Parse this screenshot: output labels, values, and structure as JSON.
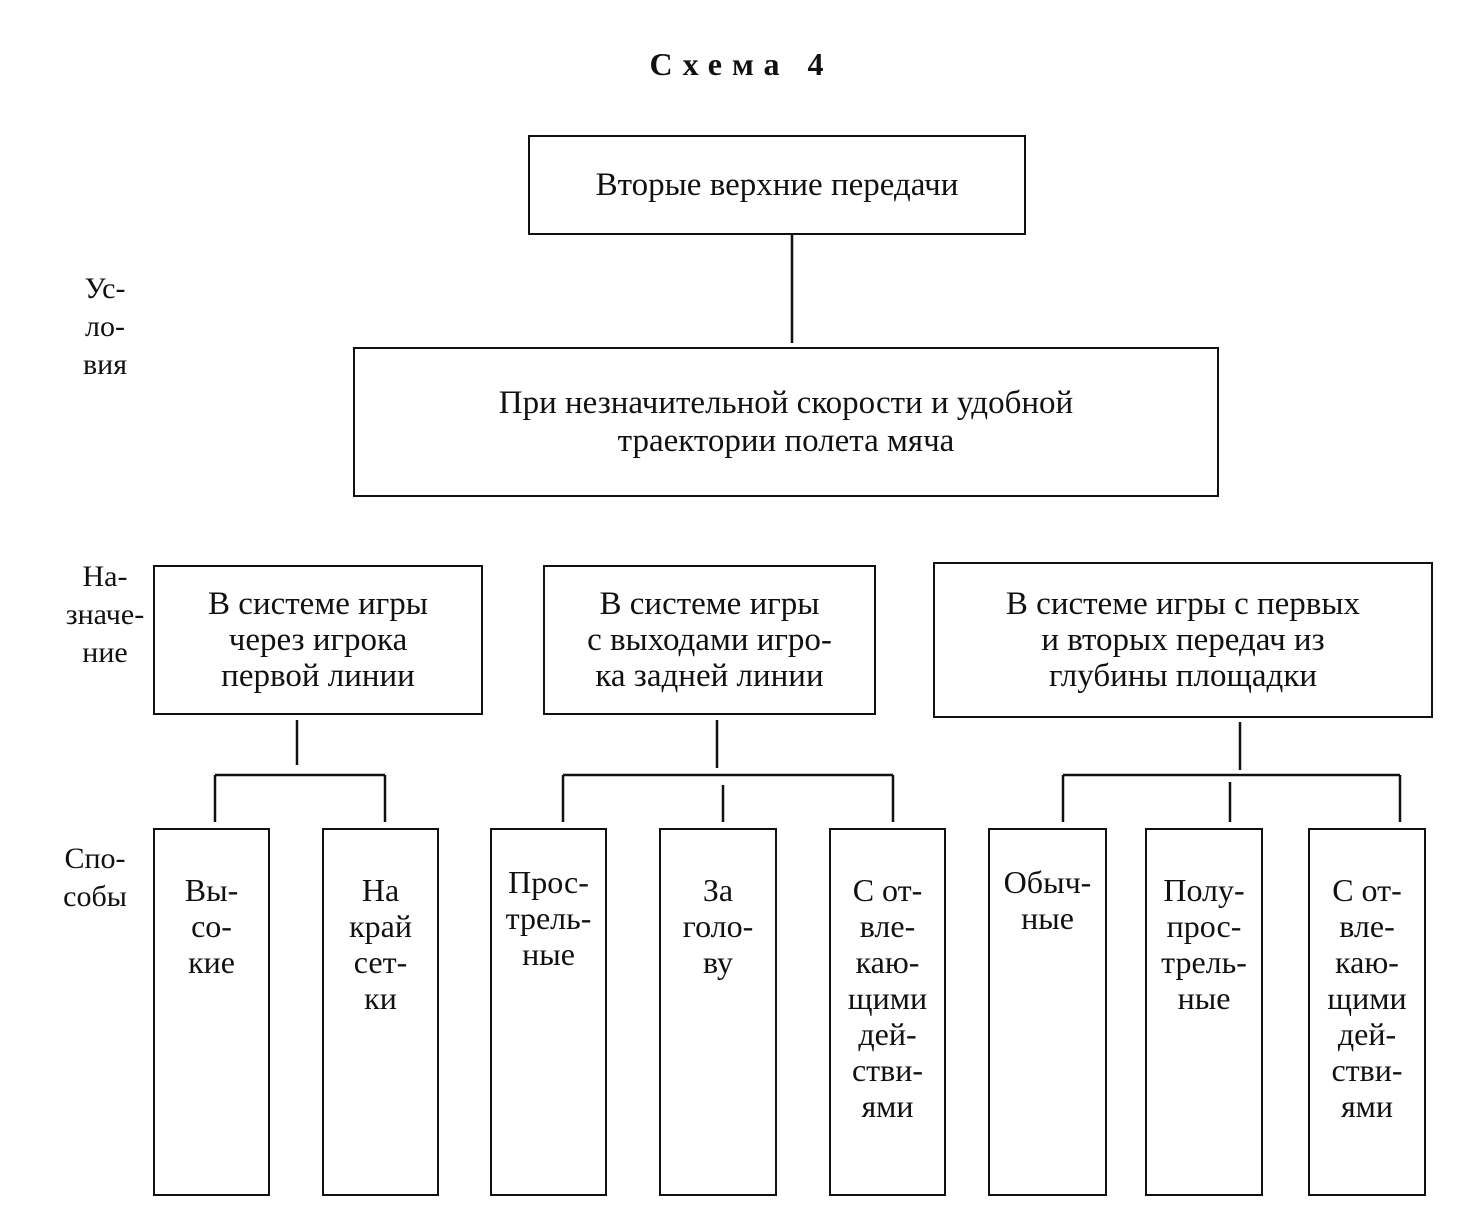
{
  "title": "Схема 4",
  "side_labels": {
    "conditions": "Ус-\nло-\nвия",
    "purpose": "На-\nзначе-\nние",
    "methods": "Спо-\nсобы"
  },
  "root": "Вторые верхние передачи",
  "condition": "При незначительной скорости и удобной\nтраектории полета мяча",
  "purposes": [
    "В системе игры\nчерез игрока\nпервой линии",
    "В системе игры\nс выходами игро-\nка задней линии",
    "В системе игры с первых\nи вторых передач из\nглубины площадки"
  ],
  "methods": [
    "Вы-\nсо-\nкие",
    "На\nкрай\nсет-\nки",
    "Прос-\nтрель-\nные",
    "За\nголо-\nву",
    "С от-\nвле-\nкаю-\nщими\nдей-\nстви-\nями",
    "Обыч-\nные",
    "Полу-\nпрос-\nтрель-\nные",
    "С от-\nвле-\nкаю-\nщими\nдей-\nстви-\nями"
  ]
}
